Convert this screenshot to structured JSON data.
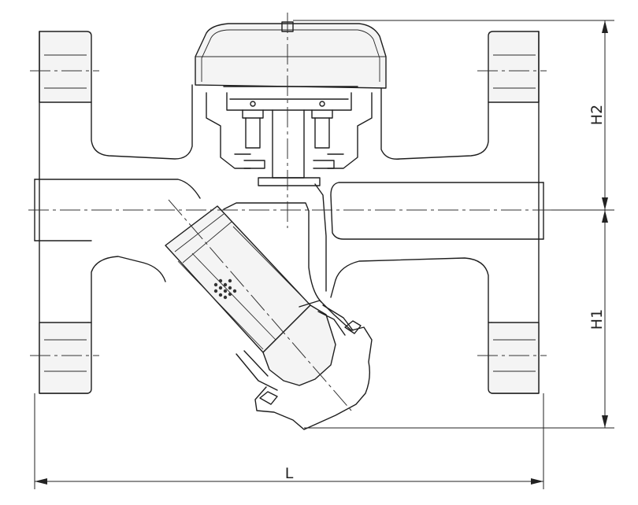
{
  "dimensions": {
    "L": "L",
    "H1": "H1",
    "H2": "H2"
  },
  "colors": {
    "line": "#1e1e1e",
    "background": "#ffffff",
    "section_fill": "#f4f4f4"
  }
}
